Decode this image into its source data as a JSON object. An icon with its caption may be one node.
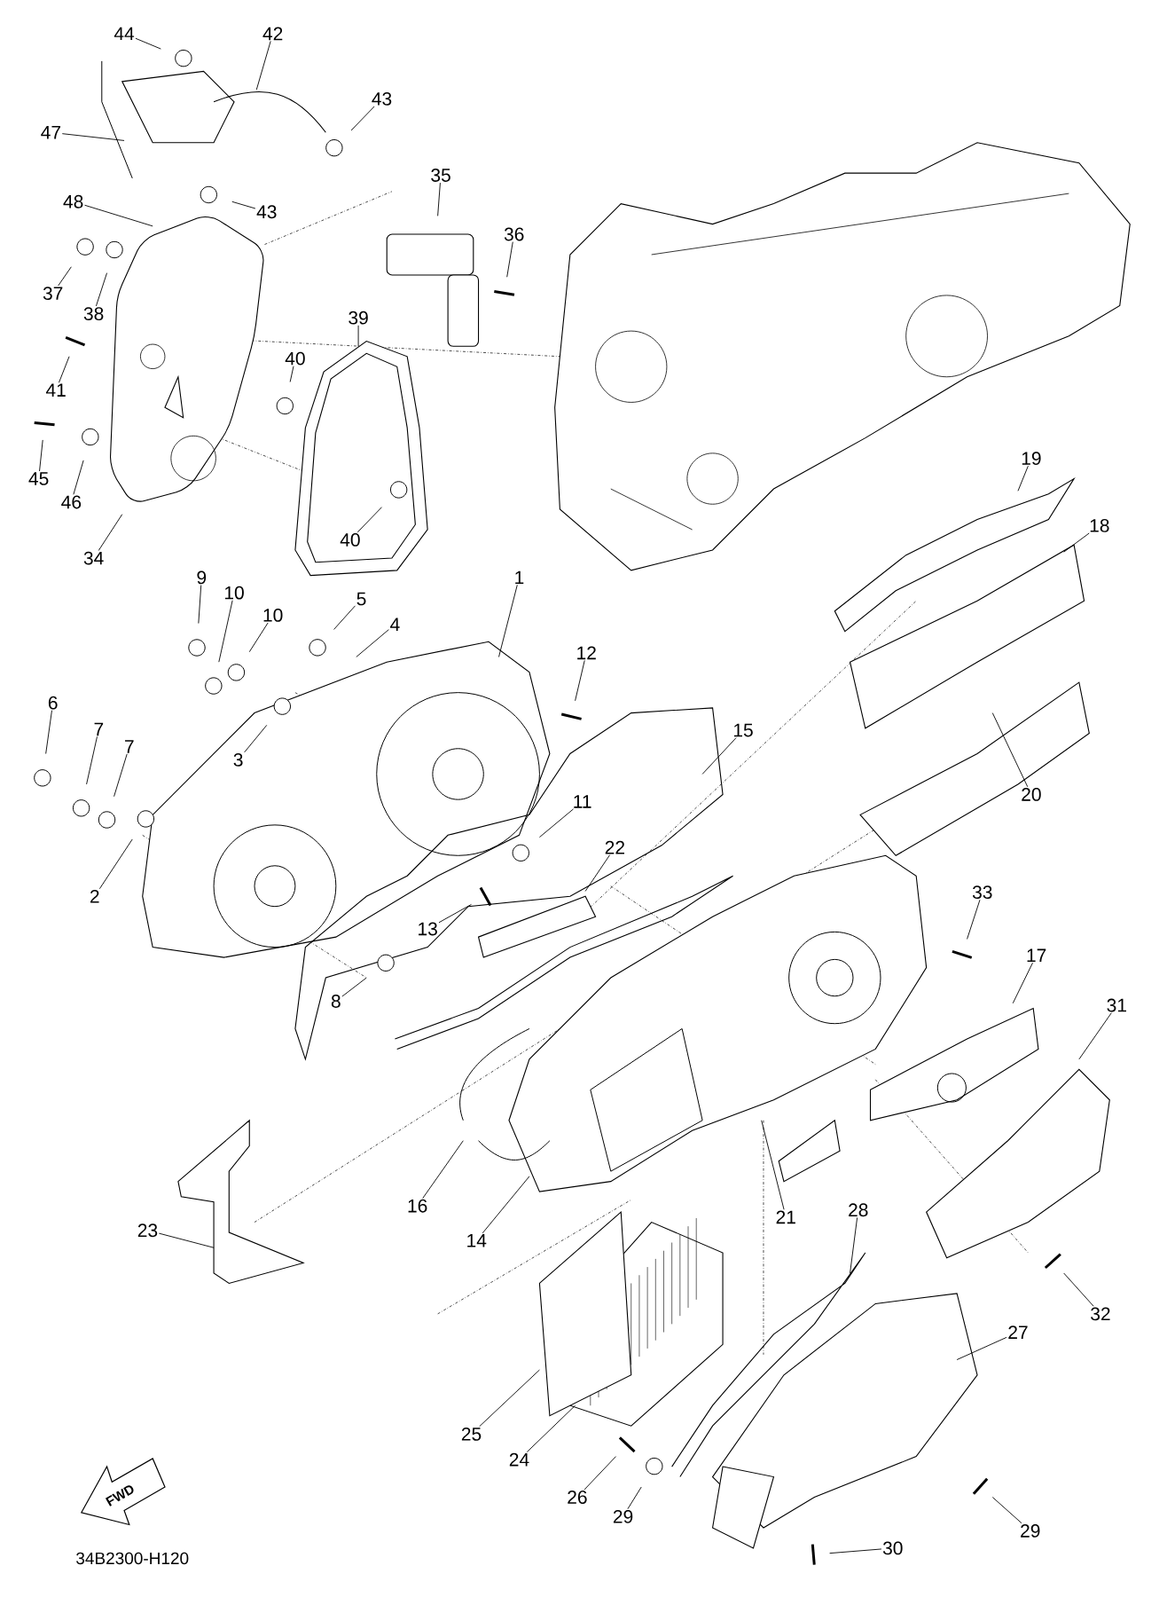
{
  "diagram": {
    "nodes": [
      {
        "text": [
          "44"
        ]
      },
      {
        "text": [
          "42"
        ]
      },
      {
        "text": [
          "43"
        ]
      },
      {
        "text": [
          "47"
        ]
      },
      {
        "text": [
          "48"
        ]
      },
      {
        "text": [
          "43"
        ]
      },
      {
        "text": [
          "35"
        ]
      },
      {
        "text": [
          "36"
        ]
      },
      {
        "text": [
          "37"
        ]
      },
      {
        "text": [
          "38"
        ]
      },
      {
        "text": [
          "39"
        ]
      },
      {
        "text": [
          "40"
        ]
      },
      {
        "text": [
          "41"
        ]
      },
      {
        "text": [
          "45"
        ]
      },
      {
        "text": [
          "46"
        ]
      },
      {
        "text": [
          "34"
        ]
      },
      {
        "text": [
          "40"
        ]
      },
      {
        "text": [
          "19"
        ]
      },
      {
        "text": [
          "18"
        ]
      },
      {
        "text": [
          "9"
        ]
      },
      {
        "text": [
          "10"
        ]
      },
      {
        "text": [
          "10"
        ]
      },
      {
        "text": [
          "5"
        ]
      },
      {
        "text": [
          "4"
        ]
      },
      {
        "text": [
          "1"
        ]
      },
      {
        "text": [
          "12"
        ]
      },
      {
        "text": [
          "6"
        ]
      },
      {
        "text": [
          "7"
        ]
      },
      {
        "text": [
          "7"
        ]
      },
      {
        "text": [
          "3"
        ]
      },
      {
        "text": [
          "15"
        ]
      },
      {
        "text": [
          "20"
        ]
      },
      {
        "text": [
          "11"
        ]
      },
      {
        "text": [
          "22"
        ]
      },
      {
        "text": [
          "2"
        ]
      },
      {
        "text": [
          "13"
        ]
      },
      {
        "text": [
          "33"
        ]
      },
      {
        "text": [
          "17"
        ]
      },
      {
        "text": [
          "31"
        ]
      },
      {
        "text": [
          "8"
        ]
      },
      {
        "text": [
          "16"
        ]
      },
      {
        "text": [
          "14"
        ]
      },
      {
        "text": [
          "21"
        ]
      },
      {
        "text": [
          "23"
        ]
      },
      {
        "text": [
          "28"
        ]
      },
      {
        "text": [
          "27"
        ]
      },
      {
        "text": [
          "32"
        ]
      },
      {
        "text": [
          "25"
        ]
      },
      {
        "text": [
          "24"
        ]
      },
      {
        "text": [
          "26"
        ]
      },
      {
        "text": [
          "29"
        ]
      },
      {
        "text": [
          "29"
        ]
      },
      {
        "text": [
          "30"
        ]
      }
    ],
    "edges": [
      {
        "from": 0,
        "to": null,
        "arrow": "none"
      },
      {
        "from": 1,
        "to": null,
        "arrow": "none"
      },
      {
        "from": 2,
        "to": null,
        "arrow": "none"
      },
      {
        "from": 3,
        "to": null,
        "arrow": "none"
      },
      {
        "from": 4,
        "to": null,
        "arrow": "none"
      },
      {
        "from": 5,
        "to": null,
        "arrow": "none"
      },
      {
        "from": 6,
        "to": null,
        "arrow": "none"
      },
      {
        "from": 7,
        "to": null,
        "arrow": "none"
      },
      {
        "from": 8,
        "to": null,
        "arrow": "none"
      },
      {
        "from": 9,
        "to": null,
        "arrow": "none"
      },
      {
        "from": 10,
        "to": null,
        "arrow": "none"
      },
      {
        "from": 11,
        "to": null,
        "arrow": "none"
      },
      {
        "from": 12,
        "to": null,
        "arrow": "none"
      },
      {
        "from": 13,
        "to": null,
        "arrow": "none"
      },
      {
        "from": 14,
        "to": null,
        "arrow": "none"
      },
      {
        "from": 15,
        "to": null,
        "arrow": "none"
      },
      {
        "from": 16,
        "to": null,
        "arrow": "none"
      },
      {
        "from": 17,
        "to": null,
        "arrow": "none"
      },
      {
        "from": 18,
        "to": null,
        "arrow": "none"
      },
      {
        "from": 19,
        "to": null,
        "arrow": "none"
      },
      {
        "from": 20,
        "to": null,
        "arrow": "none"
      },
      {
        "from": 21,
        "to": null,
        "arrow": "none"
      },
      {
        "from": 22,
        "to": null,
        "arrow": "none"
      },
      {
        "from": 23,
        "to": null,
        "arrow": "none"
      },
      {
        "from": 24,
        "to": null,
        "arrow": "none"
      },
      {
        "from": 25,
        "to": null,
        "arrow": "none"
      },
      {
        "from": 26,
        "to": null,
        "arrow": "none"
      },
      {
        "from": 27,
        "to": null,
        "arrow": "none"
      },
      {
        "from": 28,
        "to": null,
        "arrow": "none"
      },
      {
        "from": 29,
        "to": null,
        "arrow": "none"
      },
      {
        "from": 30,
        "to": null,
        "arrow": "none"
      },
      {
        "from": 31,
        "to": null,
        "arrow": "none"
      },
      {
        "from": 32,
        "to": null,
        "arrow": "none"
      },
      {
        "from": 33,
        "to": null,
        "arrow": "none"
      },
      {
        "from": 34,
        "to": null,
        "arrow": "none"
      },
      {
        "from": 35,
        "to": null,
        "arrow": "none"
      },
      {
        "from": 36,
        "to": null,
        "arrow": "none"
      },
      {
        "from": 37,
        "to": null,
        "arrow": "none"
      },
      {
        "from": 38,
        "to": null,
        "arrow": "none"
      },
      {
        "from": 39,
        "to": null,
        "arrow": "none"
      },
      {
        "from": 40,
        "to": null,
        "arrow": "none"
      },
      {
        "from": 41,
        "to": null,
        "arrow": "none"
      },
      {
        "from": 42,
        "to": null,
        "arrow": "none"
      },
      {
        "from": 43,
        "to": null,
        "arrow": "none"
      },
      {
        "from": 44,
        "to": null,
        "arrow": "none"
      },
      {
        "from": 45,
        "to": null,
        "arrow": "none"
      },
      {
        "from": 46,
        "to": null,
        "arrow": "none"
      },
      {
        "from": 47,
        "to": null,
        "arrow": "none"
      },
      {
        "from": 48,
        "to": null,
        "arrow": "none"
      },
      {
        "from": 49,
        "to": null,
        "arrow": "none"
      },
      {
        "from": 50,
        "to": null,
        "arrow": "none"
      },
      {
        "from": 51,
        "to": null,
        "arrow": "none"
      },
      {
        "from": 52,
        "to": null,
        "arrow": "none"
      }
    ],
    "labels": [
      "FWD",
      "34B2300-H120"
    ]
  }
}
